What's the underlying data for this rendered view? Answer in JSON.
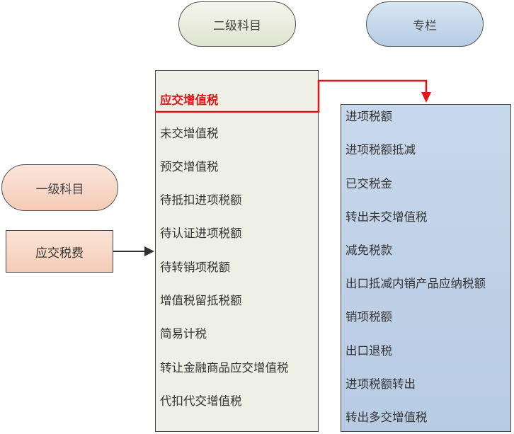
{
  "headers": {
    "secondary": "二级科目",
    "column": "专栏",
    "primary": "一级科目"
  },
  "primary_account": "应交税费",
  "secondary_accounts": [
    "应交增值税",
    "未交增值税",
    "预交增值税",
    "待抵扣进项税额",
    "待认证进项税额",
    "待转销项税额",
    "增值税留抵税额",
    "简易计税",
    "转让金融商品应交增值税",
    "代扣代交增值税"
  ],
  "columns": [
    "进项税额",
    "进项税额抵减",
    "已交税金",
    "转出未交增值税",
    "减免税款",
    "出口抵减内销产品应纳税额",
    "销项税额",
    "出口退税",
    "进项税额转出",
    "转出多交增值税"
  ],
  "colors": {
    "highlight": "#e0161b",
    "secondary_bg": "#eef0e6",
    "column_bg": "#c5d6ea",
    "primary_bg": "#f7d9c8"
  }
}
